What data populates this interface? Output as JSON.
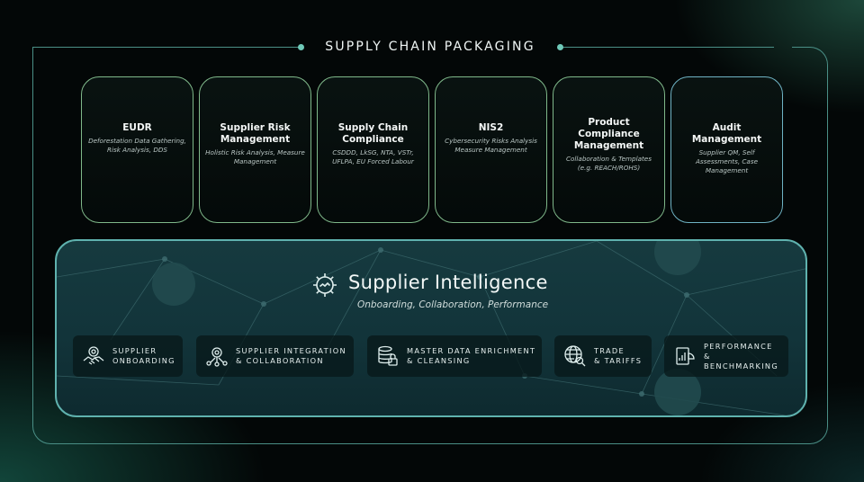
{
  "header": {
    "title": "SUPPLY CHAIN PACKAGING"
  },
  "modules": [
    {
      "title": "EUDR",
      "subtitle": "Deforestation Data Gathering, Risk Analysis, DDS"
    },
    {
      "title": "Supplier Risk Management",
      "subtitle": "Holistic Risk Analysis, Measure Management"
    },
    {
      "title": "Supply Chain Compliance",
      "subtitle": "CSDDD, LkSG, NTA, VSTr, UFLPA, EU Forced Labour"
    },
    {
      "title": "NIS2",
      "subtitle": "Cybersecurity Risks Analysis Measure Management"
    },
    {
      "title": "Product Compliance Management",
      "subtitle": "Collaboration & Templates (e.g. REACH/ROHS)"
    },
    {
      "title": "Audit Management",
      "subtitle": "Supplier QM, Self Assessments, Case Management"
    }
  ],
  "core": {
    "title": "Supplier Intelligence",
    "subtitle": "Onboarding, Collaboration, Performance",
    "capabilities": [
      {
        "label": "SUPPLIER\nONBOARDING",
        "icon": "handshake-gear-icon"
      },
      {
        "label": "SUPPLIER INTEGRATION\n& COLLABORATION",
        "icon": "network-gear-icon"
      },
      {
        "label": "MASTER DATA ENRICHMENT\n& CLEANSING",
        "icon": "database-lock-icon"
      },
      {
        "label": "TRADE\n& TARIFFS",
        "icon": "globe-search-icon"
      },
      {
        "label": "PERFORMANCE\n& BENCHMARKING",
        "icon": "chart-document-icon"
      }
    ]
  },
  "colors": {
    "accent": "#5fb2ae",
    "card_border_green": "#7fb88a",
    "card_border_blue": "#6fb3c4",
    "background": "#030707"
  }
}
